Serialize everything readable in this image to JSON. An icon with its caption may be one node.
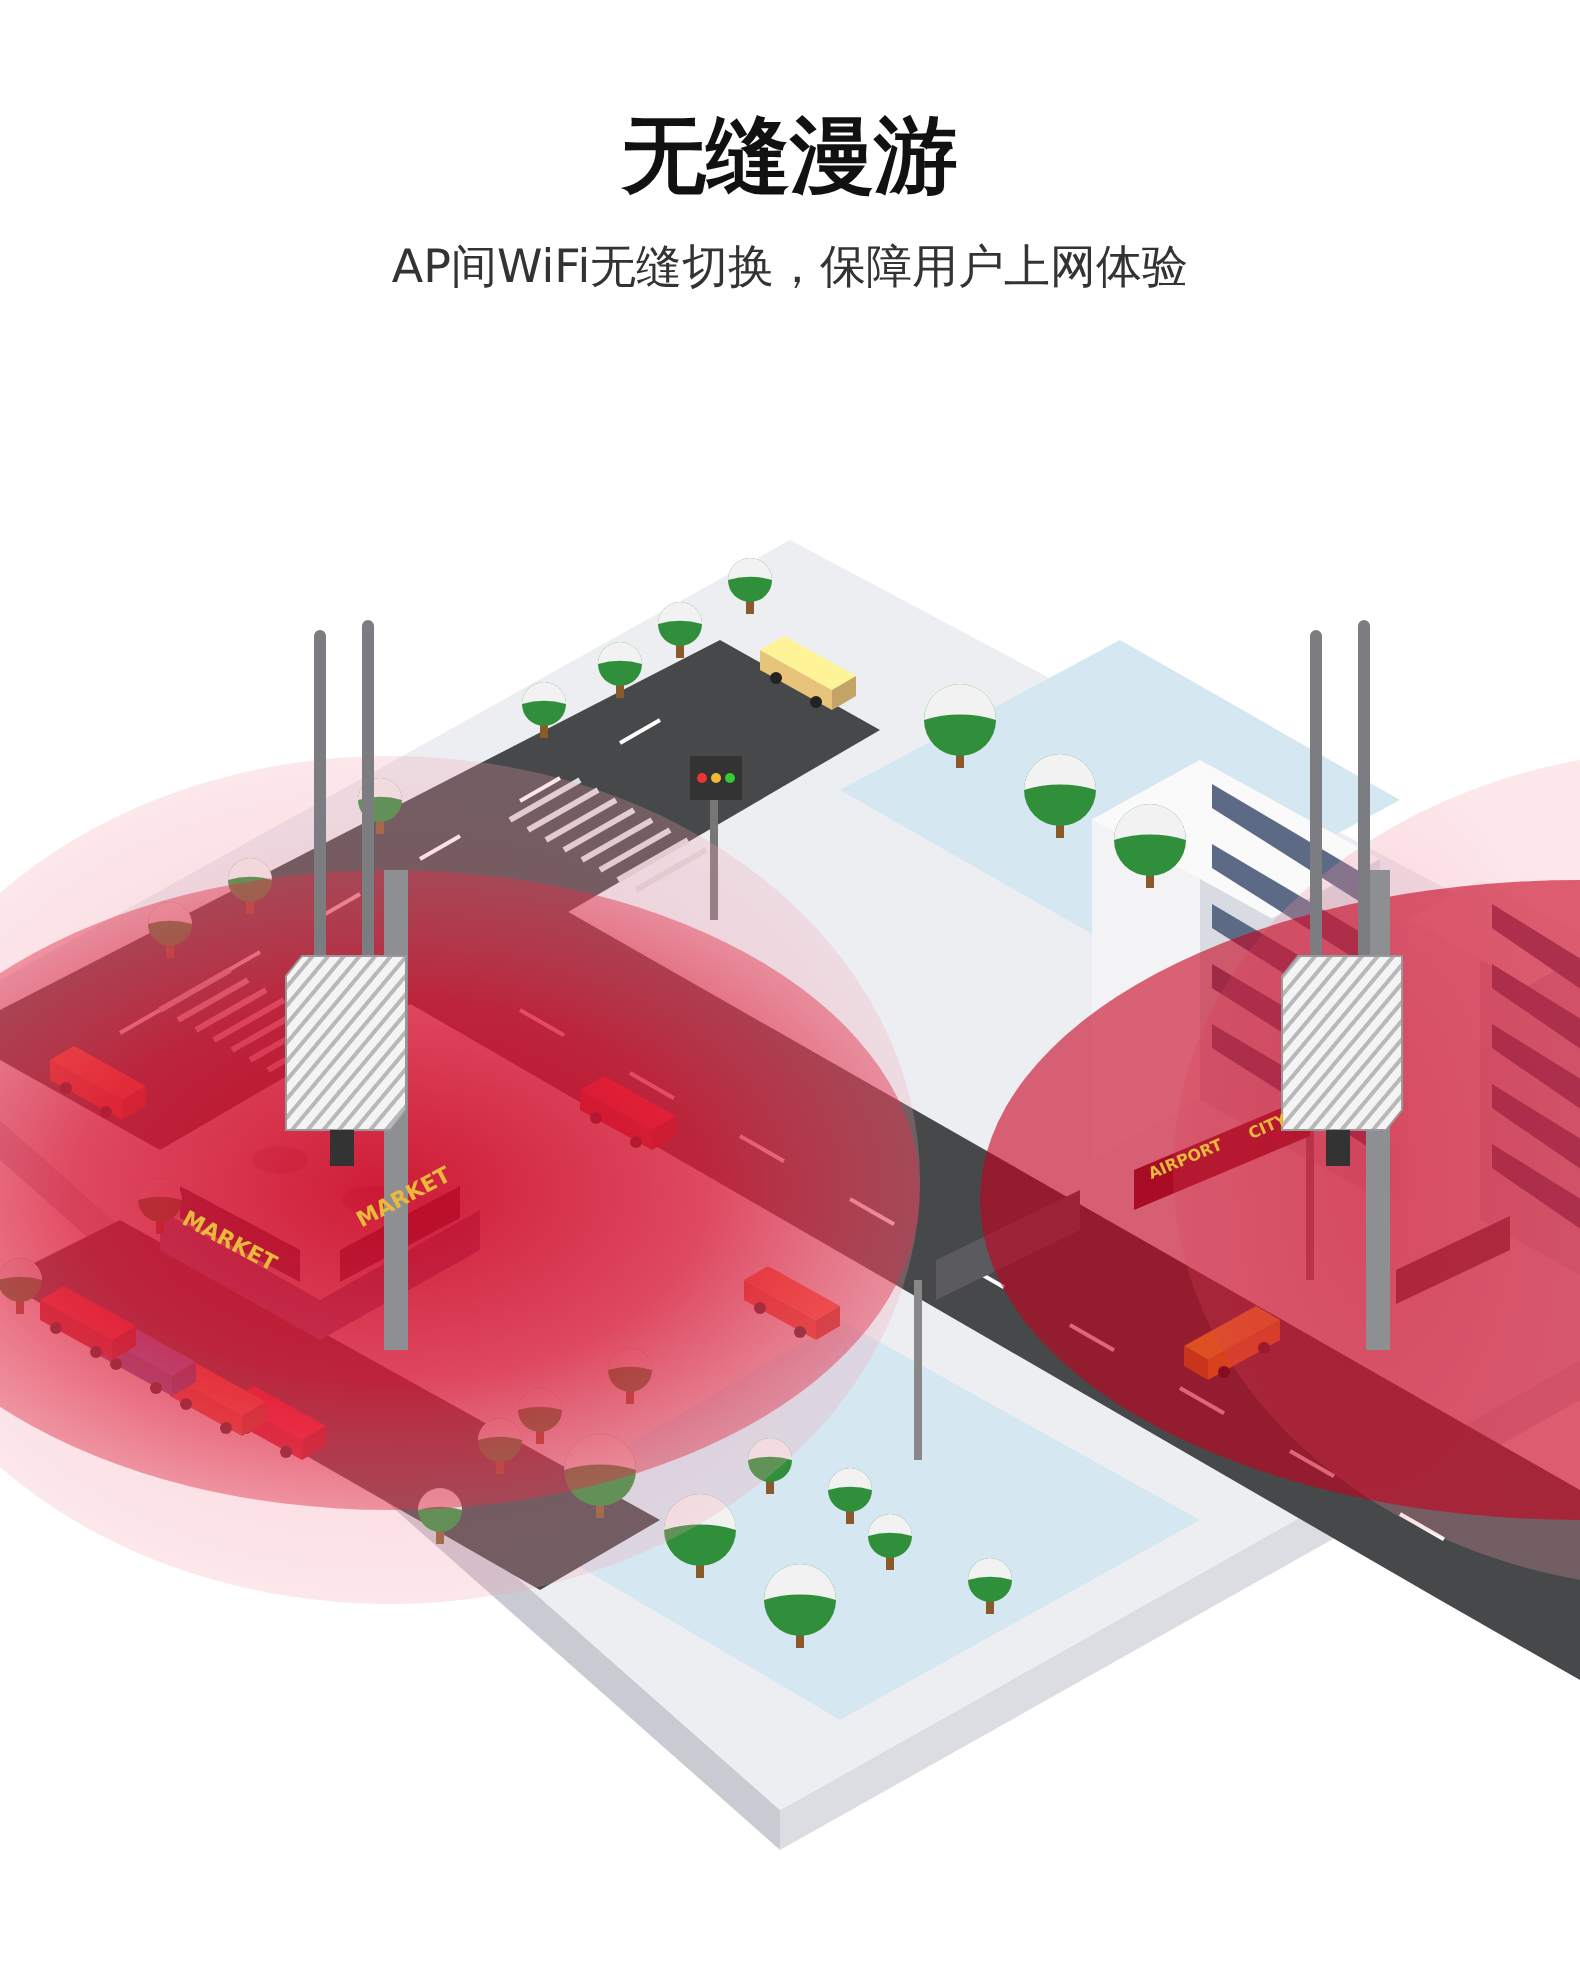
{
  "diagram": {
    "title": "无缝漫游",
    "labels": [
      "AP间WiFi无缝切换，保障用户上网体验",
      "MARKET",
      "MARKET",
      "AIRPORT",
      "CITY"
    ]
  }
}
